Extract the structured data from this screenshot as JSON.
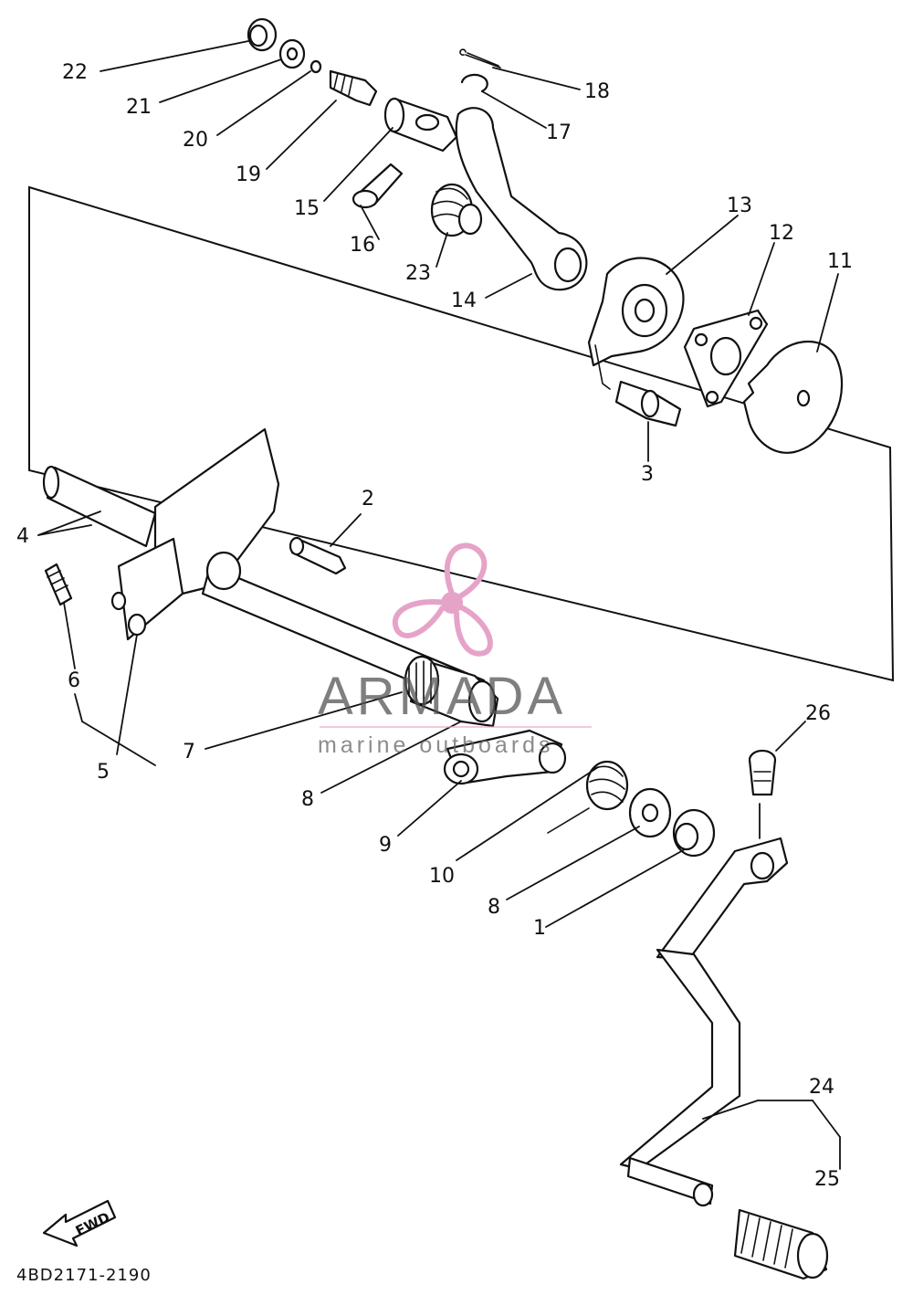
{
  "diagram": {
    "callouts": [
      {
        "id": "c1",
        "label": "1"
      },
      {
        "id": "c2",
        "label": "2"
      },
      {
        "id": "c3",
        "label": "3"
      },
      {
        "id": "c4",
        "label": "4"
      },
      {
        "id": "c5",
        "label": "5"
      },
      {
        "id": "c6",
        "label": "6"
      },
      {
        "id": "c7",
        "label": "7"
      },
      {
        "id": "c8a",
        "label": "8"
      },
      {
        "id": "c8b",
        "label": "8"
      },
      {
        "id": "c9",
        "label": "9"
      },
      {
        "id": "c10",
        "label": "10"
      },
      {
        "id": "c11",
        "label": "11"
      },
      {
        "id": "c12",
        "label": "12"
      },
      {
        "id": "c13",
        "label": "13"
      },
      {
        "id": "c14",
        "label": "14"
      },
      {
        "id": "c15",
        "label": "15"
      },
      {
        "id": "c16",
        "label": "16"
      },
      {
        "id": "c17",
        "label": "17"
      },
      {
        "id": "c18",
        "label": "18"
      },
      {
        "id": "c19",
        "label": "19"
      },
      {
        "id": "c20",
        "label": "20"
      },
      {
        "id": "c21",
        "label": "21"
      },
      {
        "id": "c22",
        "label": "22"
      },
      {
        "id": "c23",
        "label": "23"
      },
      {
        "id": "c24",
        "label": "24"
      },
      {
        "id": "c25",
        "label": "25"
      },
      {
        "id": "c26",
        "label": "26"
      }
    ],
    "fwd_label": "FWD",
    "diagram_code": "4BD2171-2190"
  },
  "watermark": {
    "title": "ARMADA",
    "subtitle": "marine outboards",
    "logo_color": "#e6a3c8"
  }
}
